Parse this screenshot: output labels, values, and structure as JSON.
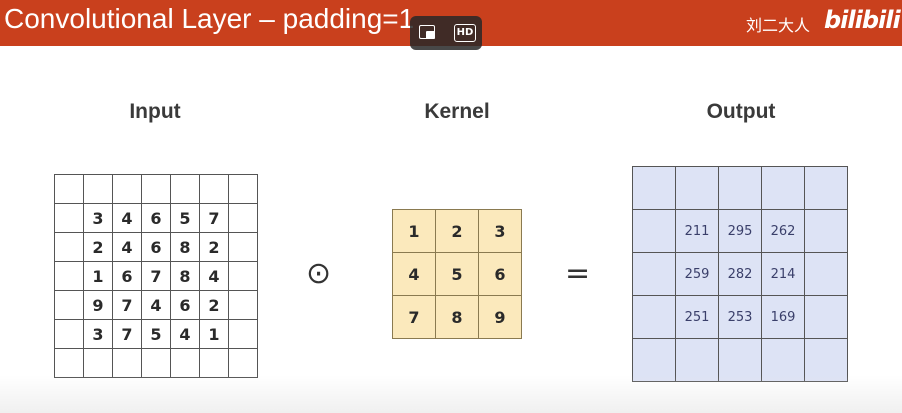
{
  "header": {
    "title": "Convolutional Layer – padding=1",
    "author": "刘二大人",
    "logo_text": "bilibili",
    "accent_color": "#c9401d"
  },
  "video_overlay": {
    "pip_icon": "picture-in-picture-icon",
    "hd_label": "HD"
  },
  "sections": {
    "input_title": "Input",
    "kernel_title": "Kernel",
    "output_title": "Output"
  },
  "operators": {
    "conv": "⊙",
    "equals": "="
  },
  "input": {
    "rows": [
      [
        "",
        "",
        "",
        "",
        "",
        "",
        ""
      ],
      [
        "",
        "3",
        "4",
        "6",
        "5",
        "7",
        ""
      ],
      [
        "",
        "2",
        "4",
        "6",
        "8",
        "2",
        ""
      ],
      [
        "",
        "1",
        "6",
        "7",
        "8",
        "4",
        ""
      ],
      [
        "",
        "9",
        "7",
        "4",
        "6",
        "2",
        ""
      ],
      [
        "",
        "3",
        "7",
        "5",
        "4",
        "1",
        ""
      ],
      [
        "",
        "",
        "",
        "",
        "",
        "",
        ""
      ]
    ]
  },
  "kernel": {
    "rows": [
      [
        "1",
        "2",
        "3"
      ],
      [
        "4",
        "5",
        "6"
      ],
      [
        "7",
        "8",
        "9"
      ]
    ],
    "fill_color": "#fbe9bc"
  },
  "output": {
    "rows": [
      [
        "",
        "",
        "",
        "",
        ""
      ],
      [
        "",
        "211",
        "295",
        "262",
        ""
      ],
      [
        "",
        "259",
        "282",
        "214",
        ""
      ],
      [
        "",
        "251",
        "253",
        "169",
        ""
      ],
      [
        "",
        "",
        "",
        "",
        ""
      ]
    ],
    "fill_color": "#dde3f5"
  }
}
